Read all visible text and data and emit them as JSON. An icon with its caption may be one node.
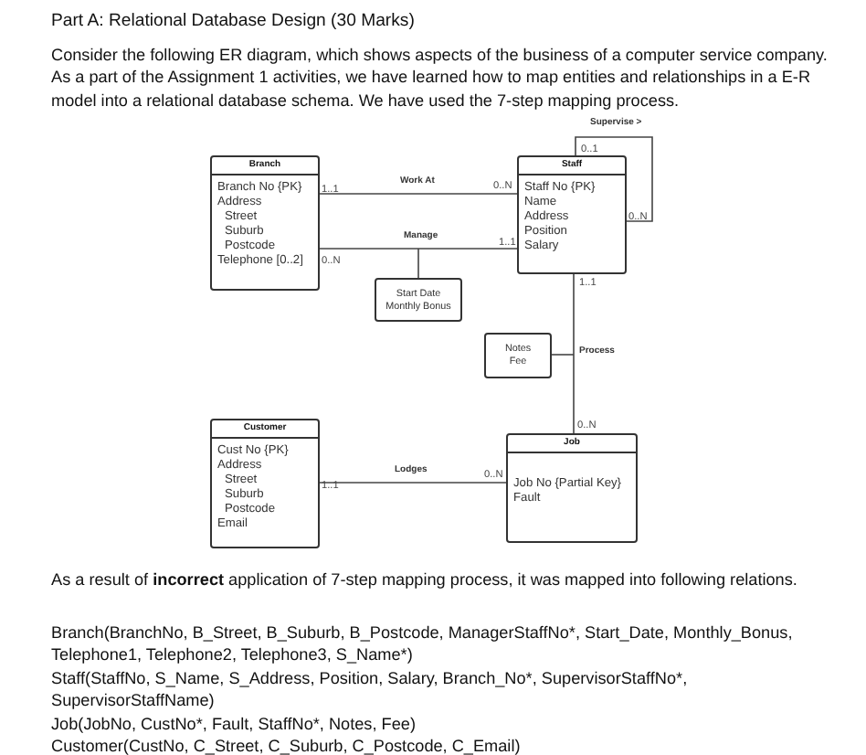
{
  "diagram": {
    "title": "Part A: Relational Database Design (30 Marks)",
    "nodes": [
      {
        "text": [
          "Branch",
          "Branch No {PK}",
          "Address",
          "Street",
          "Suburb",
          "Postcode",
          "Telephone [0..2]"
        ]
      },
      {
        "text": [
          "Staff",
          "Staff No {PK}",
          "Name",
          "Address",
          "Position",
          "Salary"
        ]
      },
      {
        "text": [
          "Start Date",
          "Monthly Bonus"
        ]
      },
      {
        "text": [
          "Notes",
          "Fee"
        ]
      },
      {
        "text": [
          "Customer",
          "Cust No {PK}",
          "Address",
          "Street",
          "Suburb",
          "Postcode",
          "Email"
        ]
      },
      {
        "text": [
          "Job",
          "Job No {Partial Key}",
          "Fault"
        ]
      }
    ],
    "edges": [
      {
        "from": 1,
        "to": 1,
        "arrow": "none",
        "label": "Supervise >"
      },
      {
        "from": 0,
        "to": 1,
        "arrow": "none",
        "label": "Work At"
      },
      {
        "from": 0,
        "to": 1,
        "arrow": "none",
        "label": "Manage"
      },
      {
        "from": 2,
        "to": null,
        "arrow": "none"
      },
      {
        "from": 1,
        "to": 5,
        "arrow": "none",
        "label": "Process"
      },
      {
        "from": 3,
        "to": null,
        "arrow": "none"
      },
      {
        "from": 4,
        "to": 5,
        "arrow": "none",
        "label": "Lodges"
      }
    ],
    "labels": [
      "Consider the following ER diagram, which shows aspects of the business of a computer service company. As a part of the Assignment 1 activities, we have learned how to map entities and relationships in a E-R model into a relational database schema. We have used the 7-step mapping process.",
      "0..1",
      "1..1",
      "0..N",
      "0..N",
      "0..N",
      "1..1",
      "1..1",
      "0..N",
      "1..1",
      "0..N",
      "As a result of **incorrect** application of 7-step mapping process, it was mapped into following relations.",
      "Branch(BranchNo, B_Street, B_Suburb, B_Postcode, ManagerStaffNo*, Start_Date, Monthly_Bonus, Telephone1, Telephone2, Telephone3, S_Name*)",
      "Staff(StaffNo, S_Name, S_Address, Position, Salary, Branch_No*, SupervisorStaffNo*, SupervisorStaffName)",
      "Job(JobNo, CustNo*, Fault, StaffNo*, Notes, Fee)",
      "Customer(CustNo, C_Street, C_Suburb, C_Postcode, C_Email)"
    ]
  }
}
